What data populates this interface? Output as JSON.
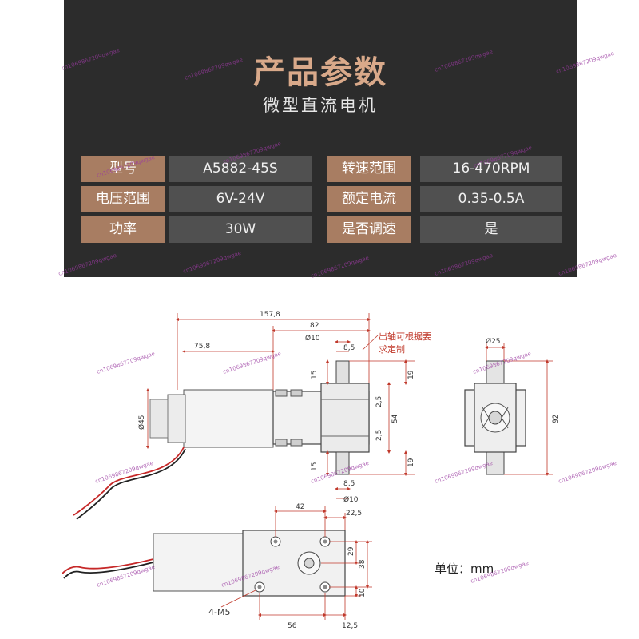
{
  "header": {
    "title": "产品参数",
    "subtitle": "微型直流电机"
  },
  "specs": [
    {
      "label": "型号",
      "value": "A5882-45S"
    },
    {
      "label": "转速范围",
      "value": "16-470RPM"
    },
    {
      "label": "电压范围",
      "value": "6V-24V"
    },
    {
      "label": "额定电流",
      "value": "0.35-0.5A"
    },
    {
      "label": "功率",
      "value": "30W"
    },
    {
      "label": "是否调速",
      "value": "是"
    }
  ],
  "drawing": {
    "dims": {
      "overall_length": "157,8",
      "gearbox_length": "82",
      "motor_length": "75,8",
      "shaft_dia_top": "Ø10",
      "shaft_offset_top": "8,5",
      "shaft_len_top": "15",
      "motor_dia": "Ø45",
      "shaft_offset_bottom": "8,5",
      "shaft_dia_bottom": "Ø10",
      "shaft_len_bottom": "15",
      "gap_top": "2,5",
      "gap_bottom": "2,5",
      "body_height": "54",
      "side_19_top": "19",
      "side_19_bottom": "19",
      "end_shaft_dia": "Ø25",
      "end_height": "92",
      "hole_spacing": "42",
      "edge_22_5": "22,5",
      "v29": "29",
      "v38": "38",
      "v10": "10",
      "bottom_56": "56",
      "bottom_12_5": "12,5",
      "thread": "4-M5"
    },
    "note_line1": "出轴可根据要",
    "note_line2": "求定制",
    "unit_label": "单位：mm"
  },
  "watermark": "cn1069867209qwgae"
}
